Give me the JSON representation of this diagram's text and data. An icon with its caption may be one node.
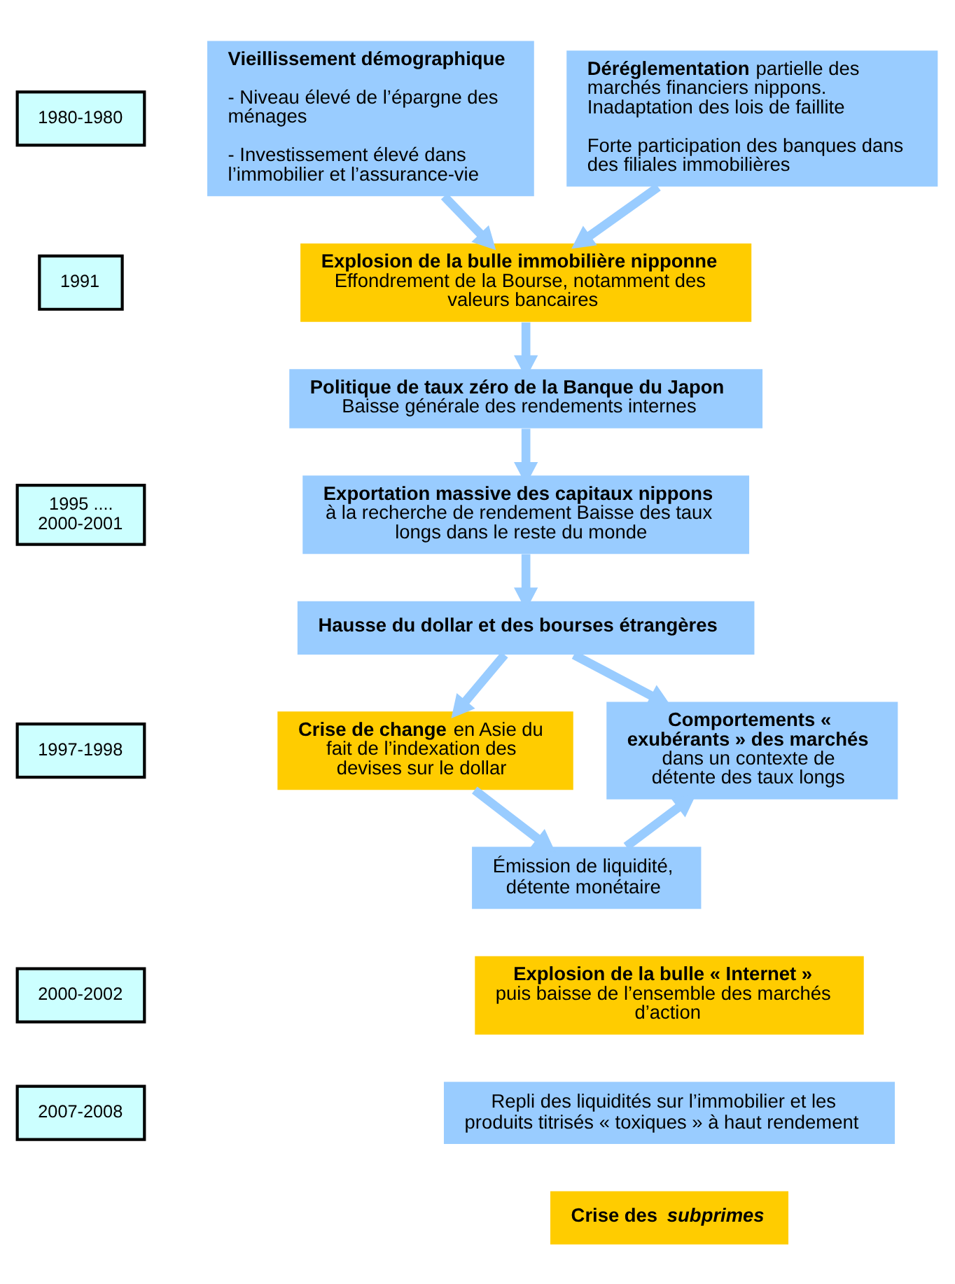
{
  "diagram": {
    "nodes": [
      {
        "text": [
          "1980-1980"
        ]
      },
      {
        "text": [
          "1991"
        ]
      },
      {
        "text": [
          "1995 .... 2000-2001"
        ]
      },
      {
        "text": [
          "1997-1998"
        ]
      },
      {
        "text": [
          "2000-2002"
        ]
      },
      {
        "text": [
          "2007-2008"
        ]
      },
      {
        "text": [
          "Vieillissement démographique",
          "- Niveau élevé de l’épargne des ménages",
          "- Investissement élevé dans l’immobilier et l’assurance-vie"
        ]
      },
      {
        "text": [
          "**Déréglementation** partielle des marchés financiers nippons. Inadaptation des lois de faillite",
          "Forte participation des banques dans des filiales immobilières"
        ]
      },
      {
        "text": [
          "Explosion de la bulle immobilière nipponne",
          "Effondrement de la Bourse, notamment des valeurs bancaires"
        ]
      },
      {
        "text": [
          "Politique de taux zéro de la Banque du Japon",
          "Baisse générale des rendements internes"
        ]
      },
      {
        "text": [
          "Exportation massive des capitaux nippons",
          "à la recherche de rendement Baisse des taux longs dans le reste du monde"
        ]
      },
      {
        "text": [
          "Hausse du dollar et des bourses étrangères"
        ]
      },
      {
        "text": [
          "**Crise de change** en Asie du fait de l’indexation des devises sur le dollar"
        ]
      },
      {
        "text": [
          "Comportements « exubérants » des marchés",
          "dans un contexte de détente des taux longs"
        ]
      },
      {
        "text": [
          "Émission de liquidité, détente monétaire"
        ]
      },
      {
        "text": [
          "Explosion de la bulle « Internet »",
          "puis baisse de l’ensemble des marchés d’action"
        ]
      },
      {
        "text": [
          "Repli des liquidités sur l’immobilier et les produits titrisés « toxiques » à haut rendement"
        ]
      },
      {
        "text": [
          "Crise des *subprimes*"
        ]
      }
    ],
    "edges": [
      {
        "from": 6,
        "to": 8,
        "arrow": "to"
      },
      {
        "from": 7,
        "to": 8,
        "arrow": "to"
      },
      {
        "from": 8,
        "to": 9,
        "arrow": "to"
      },
      {
        "from": 9,
        "to": 10,
        "arrow": "to"
      },
      {
        "from": 10,
        "to": 11,
        "arrow": "to"
      },
      {
        "from": 11,
        "to": 12,
        "arrow": "to"
      },
      {
        "from": 11,
        "to": 13,
        "arrow": "to"
      },
      {
        "from": 12,
        "to": 14,
        "arrow": "to"
      },
      {
        "from": 14,
        "to": 13,
        "arrow": "to"
      }
    ]
  }
}
